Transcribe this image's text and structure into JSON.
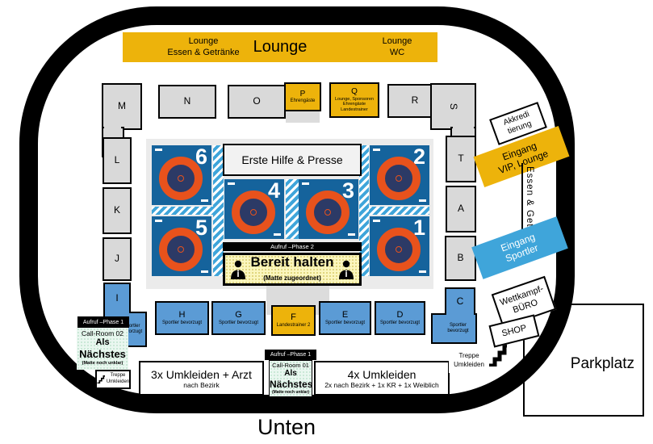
{
  "colors": {
    "accent_yellow": "#EDB30B",
    "section_gray": "#D9D9D9",
    "section_blue": "#5B9BD5",
    "band_light_blue": "#3FA5DA",
    "mat_blue": "#15639C",
    "mat_ring_orange": "#E8521C",
    "mat_center_navy": "#2C3A66",
    "callroom_mint": "#EAF7F0",
    "bereit_pale_yellow": "#FBF6BE",
    "ring_black": "#000000"
  },
  "lounge": {
    "left_line1": "Lounge",
    "left_line2": "Essen & Getränke",
    "center": "Lounge",
    "right_line1": "Lounge",
    "right_line2": "WC"
  },
  "sections": {
    "m": "M",
    "n": "N",
    "o": "O",
    "p_label": "P",
    "p_sub": "Ehrengäste",
    "q_label": "Q",
    "q_sub1": "Lounge, Sponsoren",
    "q_sub2": "Ehrengäste",
    "q_sub3": "Landestrainer",
    "r": "R",
    "s": "S",
    "l": "L",
    "k": "K",
    "j": "J",
    "t": "T",
    "a": "A",
    "b": "B",
    "i_label": "I",
    "i_sub1": "Sportler",
    "i_sub2": "bevorzugt",
    "h_label": "H",
    "h_sub": "Sportler bevorzugt",
    "g_label": "G",
    "g_sub": "Sportler bevorzugt",
    "f_label": "F",
    "f_sub": "Landestrainer 2",
    "e_label": "E",
    "e_sub": "Sportler bevorzugt",
    "d_label": "D",
    "d_sub": "Sportler bevorzugt",
    "c_label": "C",
    "c_sub1": "Sportler",
    "c_sub2": "bevorzugt"
  },
  "mats": {
    "m1": "1",
    "m2": "2",
    "m3": "3",
    "m4": "4",
    "m5": "5",
    "m6": "6"
  },
  "center": {
    "erste_hilfe": "Erste Hilfe & Presse",
    "aufruf_phase2": "Aufruf –Phase 2",
    "bereit_title": "Bereit halten",
    "bereit_sub": "(Matte zugeordnet)"
  },
  "callroom_left": {
    "header": "Aufruf –Phase 1",
    "name": "Call-Room 02",
    "line1": "Als",
    "line2": "Nächstes",
    "line3": "(Matte noch unklar)"
  },
  "callroom_mid": {
    "header": "Aufruf –Phase 1",
    "name": "Call-Room 01",
    "line1": "Als",
    "line2": "Nächstes",
    "line3": "(Matte noch unklar)"
  },
  "rooms": {
    "umkleiden_left_title": "3x Umkleiden + Arzt",
    "umkleiden_left_sub": "nach Bezirk",
    "umkleiden_right_title": "4x Umkleiden",
    "umkleiden_right_sub": "2x nach Bezirk + 1x KR + 1x Weiblich",
    "treppe_line1": "Treppe",
    "treppe_line2": "Umkleiden",
    "parkplatz": "Parkplatz"
  },
  "entrances": {
    "akkred_line1": "Akkredi",
    "akkred_line2": "tierung",
    "vip_line1": "Eingang",
    "vip_line2": "VIP, Lounge",
    "essen": "Essen & Getränke",
    "sportler_line1": "Eingang",
    "sportler_line2": "Sportler",
    "buero_line1": "Wettkampf-",
    "buero_line2": "BÜRO",
    "shop": "SHOP"
  },
  "bottom_label": "Unten"
}
